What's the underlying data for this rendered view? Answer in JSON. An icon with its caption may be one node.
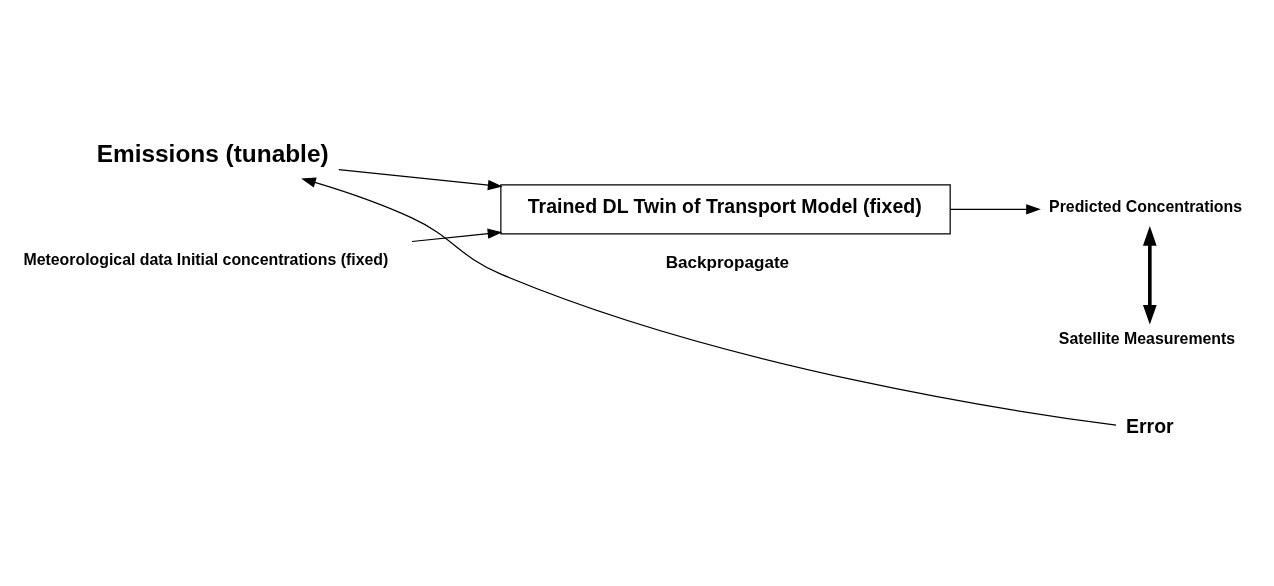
{
  "diagram": {
    "nodes": [
      {
        "text": [
          "Emissions (tunable)"
        ]
      },
      {
        "text": [
          "Meteorological data Initial concentrations (fixed)"
        ]
      },
      {
        "text": [
          "Trained DL Twin of Transport Model (fixed)"
        ]
      },
      {
        "text": [
          "Predicted Concentrations"
        ]
      },
      {
        "text": [
          "Satellite Measurements"
        ]
      },
      {
        "text": [
          "Error"
        ]
      }
    ],
    "edges": [
      {
        "from": 0,
        "to": 2,
        "arrow": "to"
      },
      {
        "from": 1,
        "to": 2,
        "arrow": "to"
      },
      {
        "from": 2,
        "to": 3,
        "arrow": "to"
      },
      {
        "from": 3,
        "to": 4,
        "arrow": "both",
        "style": "thick"
      },
      {
        "from": 5,
        "to": 0,
        "arrow": "to",
        "label": "Backpropagate"
      }
    ]
  }
}
